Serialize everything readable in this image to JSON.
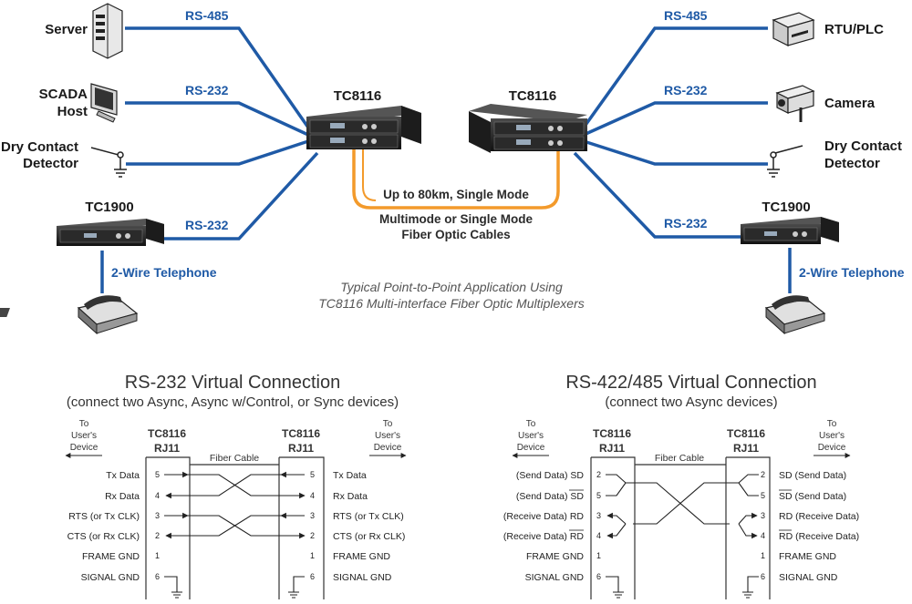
{
  "top": {
    "left": {
      "server": "Server",
      "scada": [
        "SCADA",
        "Host"
      ],
      "drycontact": [
        "Dry Contact",
        "Detector"
      ],
      "rs485": "RS-485",
      "rs232_a": "RS-232",
      "rs232_b": "RS-232",
      "tc8116": "TC8116",
      "tc1900": "TC1900",
      "phone_line": "2-Wire Telephone"
    },
    "right": {
      "rtu": "RTU/PLC",
      "camera": "Camera",
      "drycontact": [
        "Dry Contact",
        "Detector"
      ],
      "rs485": "RS-485",
      "rs232_a": "RS-232",
      "rs232_b": "RS-232",
      "tc8116": "TC8116",
      "tc1900": "TC1900",
      "phone_line": "2-Wire Telephone"
    },
    "fiber_range": "Up to 80km, Single Mode",
    "fiber_type": [
      "Multimode or Single Mode",
      "Fiber Optic Cables"
    ],
    "caption": [
      "Typical Point-to-Point Application Using",
      "TC8116 Multi-interface Fiber Optic Multiplexers"
    ],
    "colors": {
      "line": "#1f5aa6",
      "fiber": "#f39a2b",
      "text_blue": "#1f5aa6"
    }
  },
  "rs232": {
    "title": "RS-232 Virtual Connection",
    "subtitle": "(connect two Async, Async w/Control, or Sync devices)",
    "to_user": [
      "To",
      "User's",
      "Device"
    ],
    "device": [
      "TC8116",
      "RJ11"
    ],
    "fiber_cable": "Fiber Cable",
    "left_rows": [
      {
        "label": "Tx Data",
        "pin": "5"
      },
      {
        "label": "Rx Data",
        "pin": "4"
      },
      {
        "label": "RTS (or Tx CLK)",
        "pin": "3"
      },
      {
        "label": "CTS (or Rx CLK)",
        "pin": "2"
      },
      {
        "label": "FRAME GND",
        "pin": "1"
      },
      {
        "label": "SIGNAL GND",
        "pin": "6"
      }
    ],
    "right_rows": [
      {
        "label": "Tx Data",
        "pin": "5"
      },
      {
        "label": "Rx Data",
        "pin": "4"
      },
      {
        "label": "RTS (or Tx CLK)",
        "pin": "3"
      },
      {
        "label": "CTS (or Rx CLK)",
        "pin": "2"
      },
      {
        "label": "FRAME GND",
        "pin": "1"
      },
      {
        "label": "SIGNAL GND",
        "pin": "6"
      }
    ]
  },
  "rs422": {
    "title": "RS-422/485 Virtual Connection",
    "subtitle": "(connect two Async devices)",
    "to_user": [
      "To",
      "User's",
      "Device"
    ],
    "device": [
      "TC8116",
      "RJ11"
    ],
    "fiber_cable": "Fiber Cable",
    "left_rows": [
      {
        "label": "(Send Data) SD",
        "pin": "2"
      },
      {
        "label": "(Send Data) SD",
        "pin": "5"
      },
      {
        "label": "(Receive Data) RD",
        "pin": "3"
      },
      {
        "label": "(Receive Data) RD",
        "pin": "4"
      },
      {
        "label": "FRAME GND",
        "pin": "1"
      },
      {
        "label": "SIGNAL GND",
        "pin": "6"
      }
    ],
    "right_rows": [
      {
        "label": "SD (Send Data)",
        "pin": "2"
      },
      {
        "label": "SD (Send Data)",
        "pin": "5"
      },
      {
        "label": "RD (Receive Data)",
        "pin": "3"
      },
      {
        "label": "RD (Receive Data)",
        "pin": "4"
      },
      {
        "label": "FRAME GND",
        "pin": "1"
      },
      {
        "label": "SIGNAL GND",
        "pin": "6"
      }
    ]
  }
}
